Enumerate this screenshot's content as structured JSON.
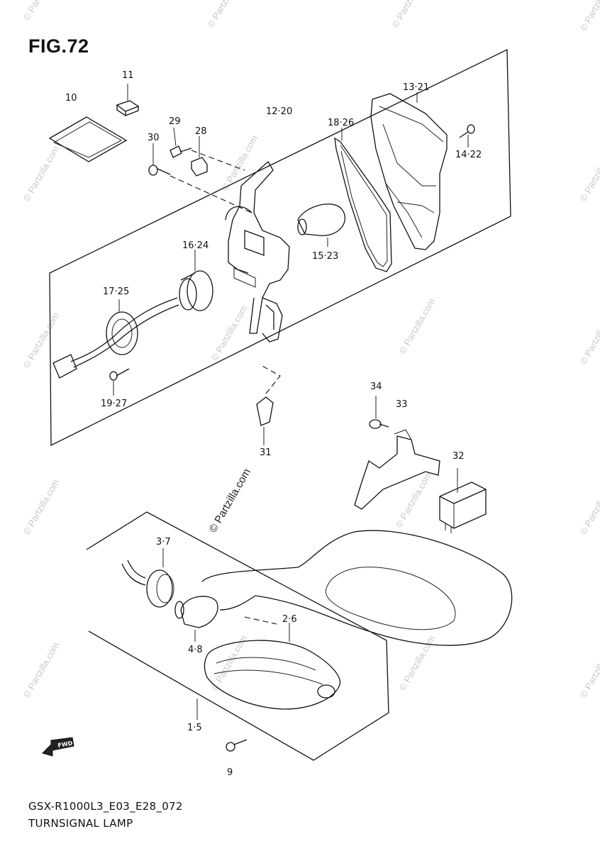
{
  "figure": {
    "title": "FIG.72"
  },
  "footer": {
    "code": "GSX-R1000L3_E03_E28_072",
    "name": "TURNSIGNAL LAMP"
  },
  "watermark": {
    "text": "© Partzilla.com",
    "color": "#c9c9c9"
  },
  "fwd_arrow": {
    "label": "FWD"
  },
  "callouts": {
    "c10": "10",
    "c11": "11",
    "c12_20": "12·20",
    "c13_21": "13·21",
    "c14_22": "14·22",
    "c15_23": "15·23",
    "c16_24": "16·24",
    "c17_25": "17·25",
    "c18_26": "18·26",
    "c19_27": "19·27",
    "c28": "28",
    "c29": "29",
    "c30": "30",
    "c31": "31",
    "c32": "32",
    "c33": "33",
    "c34": "34",
    "c3_7": "3·7",
    "c4_8": "4·8",
    "c2_6": "2·6",
    "c1_5": "1·5",
    "c9": "9"
  }
}
